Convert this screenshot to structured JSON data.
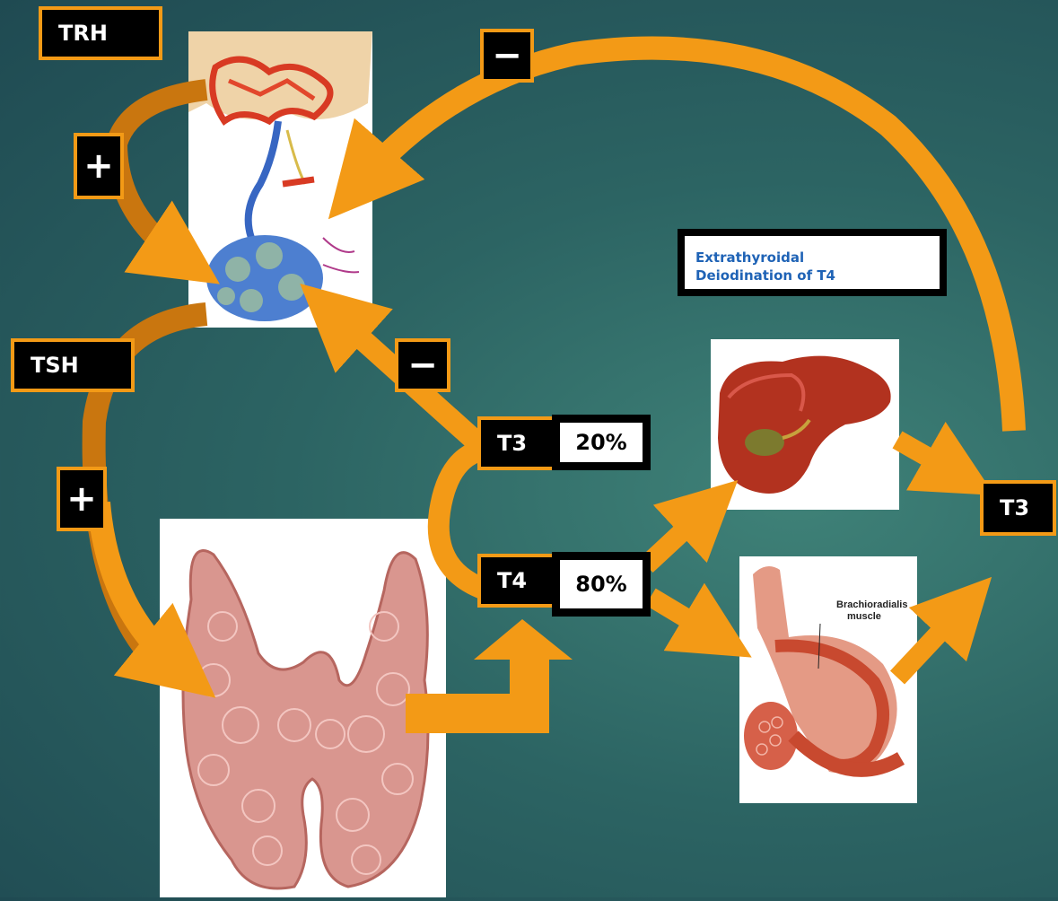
{
  "labels": {
    "trh": "TRH",
    "tsh": "TSH",
    "t3_gland": "T3",
    "t4_gland": "T4",
    "t3_peripheral": "T3",
    "t3_pct": "20%",
    "t4_pct": "80%",
    "callout_line1": "Extrathyroidal",
    "callout_line2": "Deiodination of T4",
    "muscle_caption1": "Brachioradialis",
    "muscle_caption2": "muscle"
  },
  "signs": {
    "plus_top": "+",
    "plus_bottom": "+",
    "minus_top": "−",
    "minus_middle": "−"
  },
  "colors": {
    "arrow": "#f39a16",
    "arrow_dark": "#c9760f",
    "label_bg": "#000000",
    "callout_text": "#1f63b6"
  },
  "images": [
    "hypothalamus-pituitary",
    "thyroid-gland",
    "liver",
    "arm-muscle"
  ]
}
